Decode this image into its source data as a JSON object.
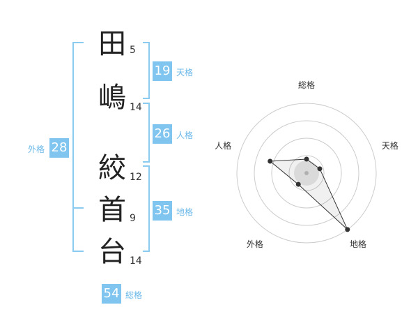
{
  "name": {
    "chars": [
      {
        "char": "田",
        "strokes": "5"
      },
      {
        "char": "嶋",
        "strokes": "14"
      },
      {
        "char": "絞",
        "strokes": "12"
      },
      {
        "char": "首",
        "strokes": "9"
      },
      {
        "char": "台",
        "strokes": "14"
      }
    ]
  },
  "kaku": {
    "tenkaku": {
      "value": "19",
      "label": "天格"
    },
    "jinkaku": {
      "value": "26",
      "label": "人格"
    },
    "chikaku": {
      "value": "35",
      "label": "地格"
    },
    "gaikaku": {
      "value": "28",
      "label": "外格"
    },
    "soukaku": {
      "value": "54",
      "label": "総格"
    }
  },
  "colors": {
    "accent": "#7fc5ef",
    "bracket": "#8ccbf0",
    "label": "#6ab8e8"
  },
  "chart_data": {
    "type": "radar",
    "axes": [
      "総格",
      "天格",
      "地格",
      "外格",
      "人格"
    ],
    "values": [
      0.2,
      0.2,
      1.0,
      0.2,
      0.55
    ],
    "rings": 4,
    "max": 1
  }
}
